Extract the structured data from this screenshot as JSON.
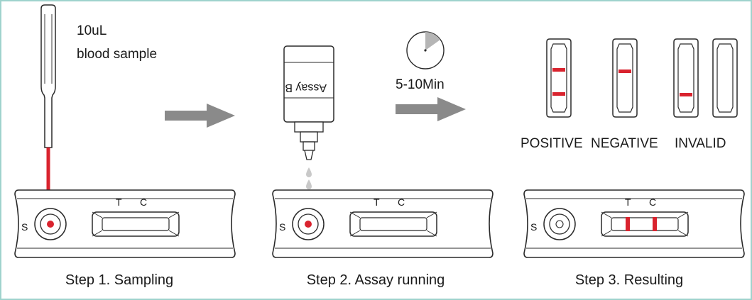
{
  "sample": {
    "volume": "10uL",
    "description": "blood sample"
  },
  "dropper_bottle": {
    "label": "Assay B"
  },
  "timer": {
    "duration": "5-10Min"
  },
  "cassette": {
    "sample_port_label": "S",
    "test_line_label": "T",
    "control_line_label": "C"
  },
  "results": {
    "positive": "POSITIVE",
    "negative": "NEGATIVE",
    "invalid": "INVALID"
  },
  "steps": [
    {
      "label": "Step 1. Sampling"
    },
    {
      "label": "Step 2. Assay running"
    },
    {
      "label": "Step 3. Resulting"
    }
  ],
  "colors": {
    "border": "#9fd3cd",
    "outline": "#2a2a2a",
    "arrow": "#8a8a8a",
    "blood_red": "#d9232e",
    "drop_gray": "#c9c9c9",
    "timer_fill": "#b5b5b5"
  }
}
